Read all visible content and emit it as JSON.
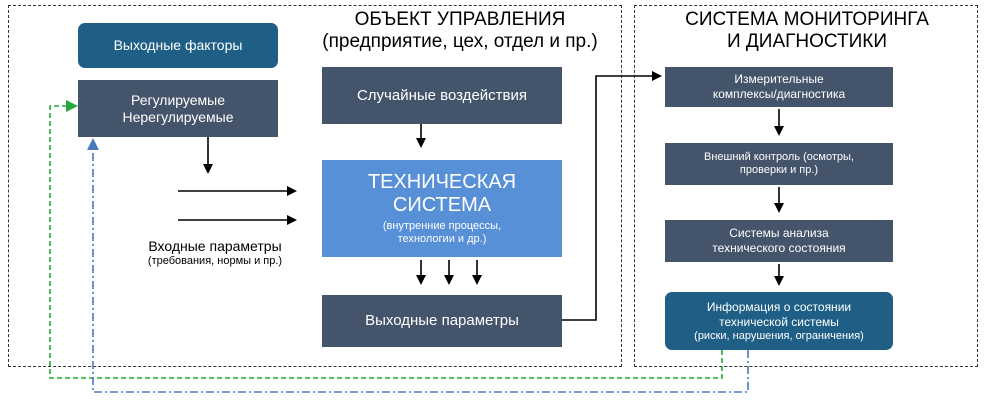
{
  "object_section": {
    "title": "ОБЪЕКТ УПРАВЛЕНИЯ",
    "subtitle": "(предприятие, цех, отдел и пр.)"
  },
  "monitoring_section": {
    "title_line1": "СИСТЕМА МОНИТОРИНГА",
    "title_line2": "И ДИАГНОСТИКИ"
  },
  "boxes": {
    "output_factors": "Выходные факторы",
    "regulated": "Регулируемые",
    "unregulated": "Нерегулируемые",
    "random_impacts": "Случайные воздействия",
    "tech_system_line1": "ТЕХНИЧЕСКАЯ",
    "tech_system_line2": "СИСТЕМА",
    "tech_system_note_line1": "(внутренние процессы,",
    "tech_system_note_line2": "технологии и др.)",
    "output_params": "Выходные параметры",
    "measuring_line1": "Измерительные",
    "measuring_line2": "комплексы/диагностика",
    "external_control_line1": "Внешний контроль (осмотры,",
    "external_control_line2": "проверки и пр.)",
    "analysis_line1": "Системы анализа",
    "analysis_line2": "технического состояния",
    "info_line1": "Информация  о состоянии",
    "info_line2": "технической системы",
    "info_line3": "(риски, нарушения, ограничения)"
  },
  "input_params": {
    "label": "Входные параметры",
    "note": "(требования, нормы и пр.)"
  },
  "colors": {
    "slate": "#44546a",
    "teal": "#1f5f86",
    "blue": "#5790d6",
    "feedback_green": "#22aa3a",
    "feedback_blue": "#4a78c0"
  }
}
